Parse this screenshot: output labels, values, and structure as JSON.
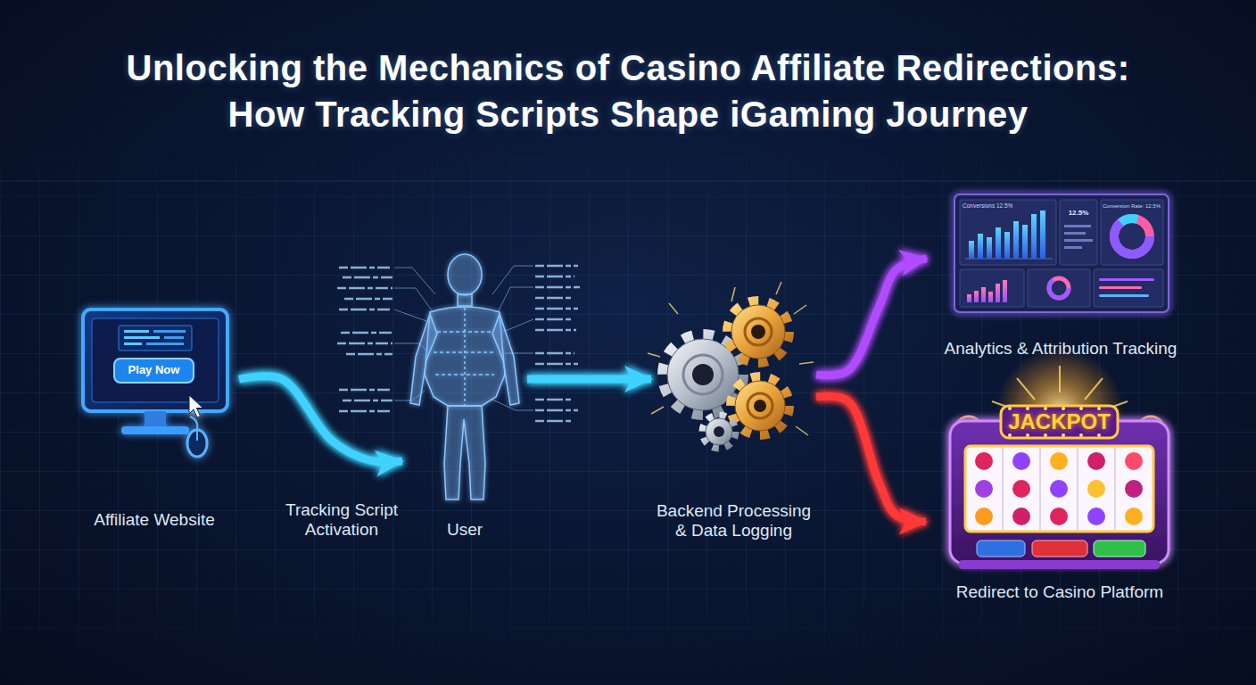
{
  "diagram": {
    "title": "Unlocking the Mechanics of Casino Affiliate Redirections: How Tracking Scripts Shape iGaming Journey",
    "nodes": [
      {
        "text": [
          "Affiliate Website"
        ]
      },
      {
        "text": [
          "User"
        ]
      },
      {
        "text": [
          "Backend Processing & Data Logging"
        ]
      },
      {
        "text": [
          "Analytics & Attribution Tracking"
        ]
      },
      {
        "text": [
          "Redirect to Casino Platform"
        ]
      }
    ],
    "edges": [
      {
        "from": 0,
        "to": 1,
        "label": "Tracking Script Activation",
        "arrow": "to"
      },
      {
        "from": 1,
        "to": 2,
        "arrow": "to"
      },
      {
        "from": 2,
        "to": 3,
        "arrow": "to"
      },
      {
        "from": 2,
        "to": 4,
        "arrow": "to"
      }
    ],
    "labels": [
      "Play Now",
      "JACKPOT",
      "Conversions 12.5%",
      "12.5%",
      "Conversion Rate: 12.5%"
    ]
  }
}
